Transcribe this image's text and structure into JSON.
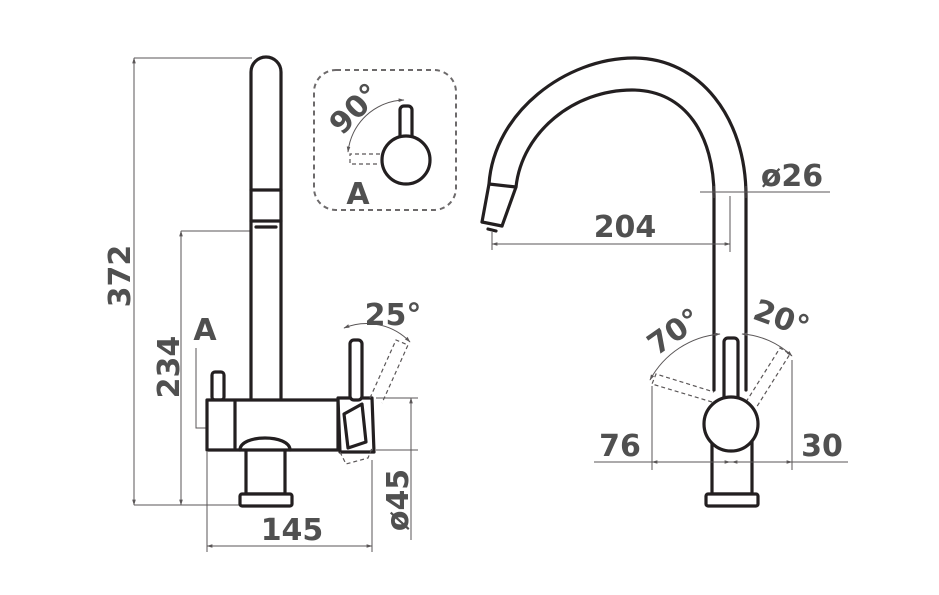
{
  "colors": {
    "line": "#231f20",
    "dimension": "#5a5657",
    "text": "#505050"
  },
  "dimensions": {
    "height_total": "372",
    "height_spout_joint": "234",
    "label_a_left": "A",
    "width_body": "145",
    "base_diameter": "ø45",
    "handle_tilt": "25°",
    "inset_rotation": "90°",
    "inset_label": "A",
    "tube_diameter": "ø26",
    "spout_reach": "204",
    "swing_left": "70°",
    "swing_right": "20°",
    "offset_left": "76",
    "offset_right": "30"
  }
}
